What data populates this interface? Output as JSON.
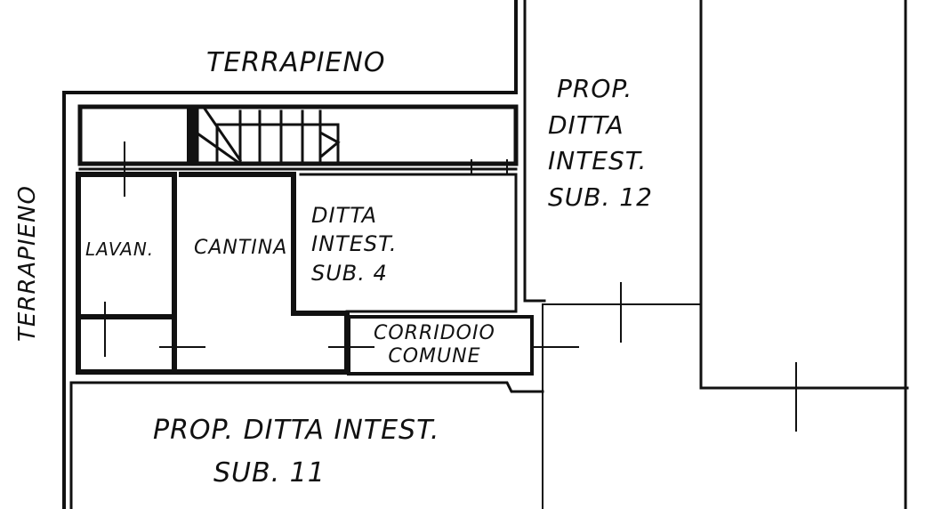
{
  "drawing": {
    "type": "floor-plan",
    "ink_color": "#111111",
    "paper_color": "#ffffff"
  },
  "labels": {
    "terrapieno_top": "TERRAPIENO",
    "terrapieno_left": "TERRAPIENO",
    "lavanderia": "LAVAN.",
    "cantina": "CANTINA",
    "sub4": [
      "DITTA",
      "INTEST.",
      "SUB. 4"
    ],
    "sub12": [
      "PROP.",
      "DITTA",
      "INTEST.",
      "SUB. 12"
    ],
    "corridoio": [
      "CORRIDOIO",
      "COMUNE"
    ],
    "sub11": [
      "PROP. DITTA INTEST.",
      "SUB. 11"
    ]
  }
}
